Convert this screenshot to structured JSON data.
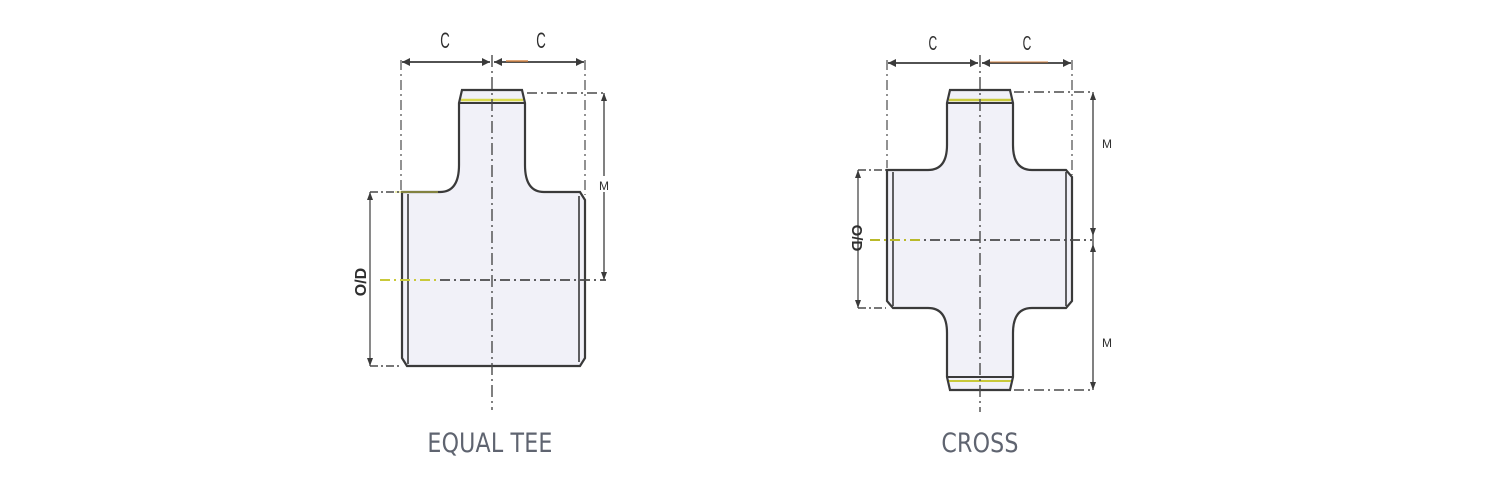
{
  "figures": [
    {
      "id": "equal-tee",
      "caption": "EQUAL TEE",
      "dimension_labels": {
        "c_left": "C",
        "c_right": "C",
        "m": "M",
        "od": "O/D"
      }
    },
    {
      "id": "cross",
      "caption": "CROSS",
      "dimension_labels": {
        "c_left": "C",
        "c_right": "C",
        "m_top": "M",
        "m_bottom": "M",
        "od": "O/D"
      }
    }
  ],
  "colors": {
    "background": "#ffffff",
    "fill": "#f1f1f8",
    "outline": "#3a3a3a",
    "centerline": "#4a4a4a",
    "accent_yellow": "#d9d94a",
    "caption": "#5f6470"
  }
}
